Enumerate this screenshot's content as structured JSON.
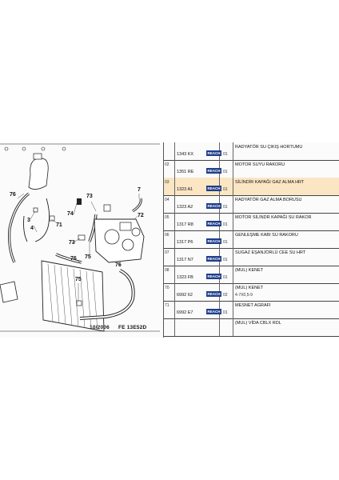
{
  "diagram": {
    "callouts": [
      "76",
      "3",
      "4",
      "73",
      "74",
      "71",
      "7",
      "73",
      "76",
      "75",
      "75",
      "76",
      "72"
    ],
    "footer_left": "10/2006",
    "footer_right": "FE 13E52D"
  },
  "table": {
    "rows": [
      {
        "idx": "",
        "ref": "1343 KX",
        "qty": "01",
        "desc": "RADYATÖR SU ÇIKIŞ HORTUMU",
        "desc2": "",
        "highlight": false
      },
      {
        "idx": "02",
        "ref": "1351 RE",
        "qty": "01",
        "desc": "MOTOR SUYU RAKORU",
        "desc2": "",
        "highlight": false
      },
      {
        "idx": "03",
        "ref": "1323 A1",
        "qty": "01",
        "desc": "SİLİNDİR KAPAĞI GAZ ALMA HRT",
        "desc2": "",
        "highlight": true
      },
      {
        "idx": "04",
        "ref": "1323 A2",
        "qty": "01",
        "desc": "RADYATÖR GAZ ALMA BORUSU",
        "desc2": "",
        "highlight": false
      },
      {
        "idx": "05",
        "ref": "1317 R8",
        "qty": "01",
        "desc": "MOTOR SİLİNDR KAPAĞI SU RAKOR",
        "desc2": "",
        "highlight": false
      },
      {
        "idx": "06",
        "ref": "1317 P6",
        "qty": "01",
        "desc": "GENLEŞME KABI SU RAKORU",
        "desc2": "",
        "highlight": false
      },
      {
        "idx": "07",
        "ref": "1317 N7",
        "qty": "01",
        "desc": "SUGAZ EŞANJÖRLÜ CEE SU HRT",
        "desc2": "",
        "highlight": false
      },
      {
        "idx": "08",
        "ref": "1323 FB",
        "qty": "01",
        "desc": "(MUL) KENET",
        "desc2": "",
        "highlight": false
      },
      {
        "idx": "70",
        "ref": "6992 62",
        "qty": "02",
        "desc": "(MUL) KENET",
        "desc2": "4-7X0,5-9",
        "highlight": false
      },
      {
        "idx": "71",
        "ref": "6992 E7",
        "qty": "01",
        "desc": "MESNET AGRAFI",
        "desc2": "",
        "highlight": false
      },
      {
        "idx": "",
        "ref": "",
        "qty": "",
        "desc": "(MUL) VİDA CBLX RDL",
        "desc2": "",
        "highlight": false
      }
    ],
    "reach_label": "REACH"
  }
}
